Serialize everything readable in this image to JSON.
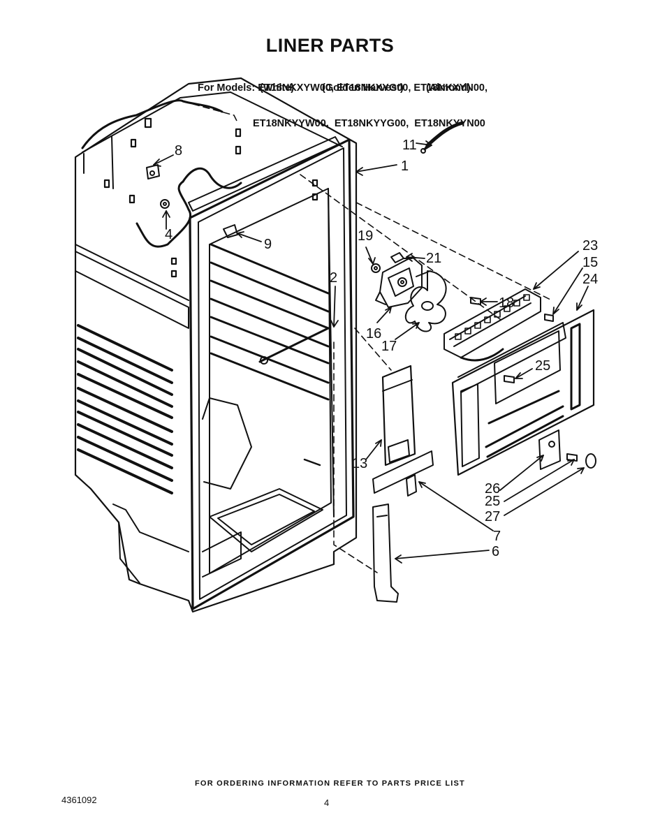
{
  "header": {
    "title": "LINER PARTS",
    "models_line1": "For Models: ET18NKXYW00, ET18NKXYG00, ET18NKXYN00,",
    "models_line2": "ET18NKYYW00,  ET18NKYYG00,  ET18NKYYN00",
    "colors": [
      "(White)",
      "(Golden Harvest)",
      "(Almond)"
    ]
  },
  "callouts": [
    "11",
    "1",
    "8",
    "4",
    "9",
    "19",
    "21",
    "23",
    "15",
    "24",
    "2",
    "18",
    "16",
    "17",
    "25",
    "13",
    "26",
    "25",
    "27",
    "7",
    "6"
  ],
  "footer": {
    "ordering_note": "FOR ORDERING INFORMATION REFER TO PARTS PRICE LIST",
    "doc_number": "4361092",
    "page_number": "4"
  }
}
